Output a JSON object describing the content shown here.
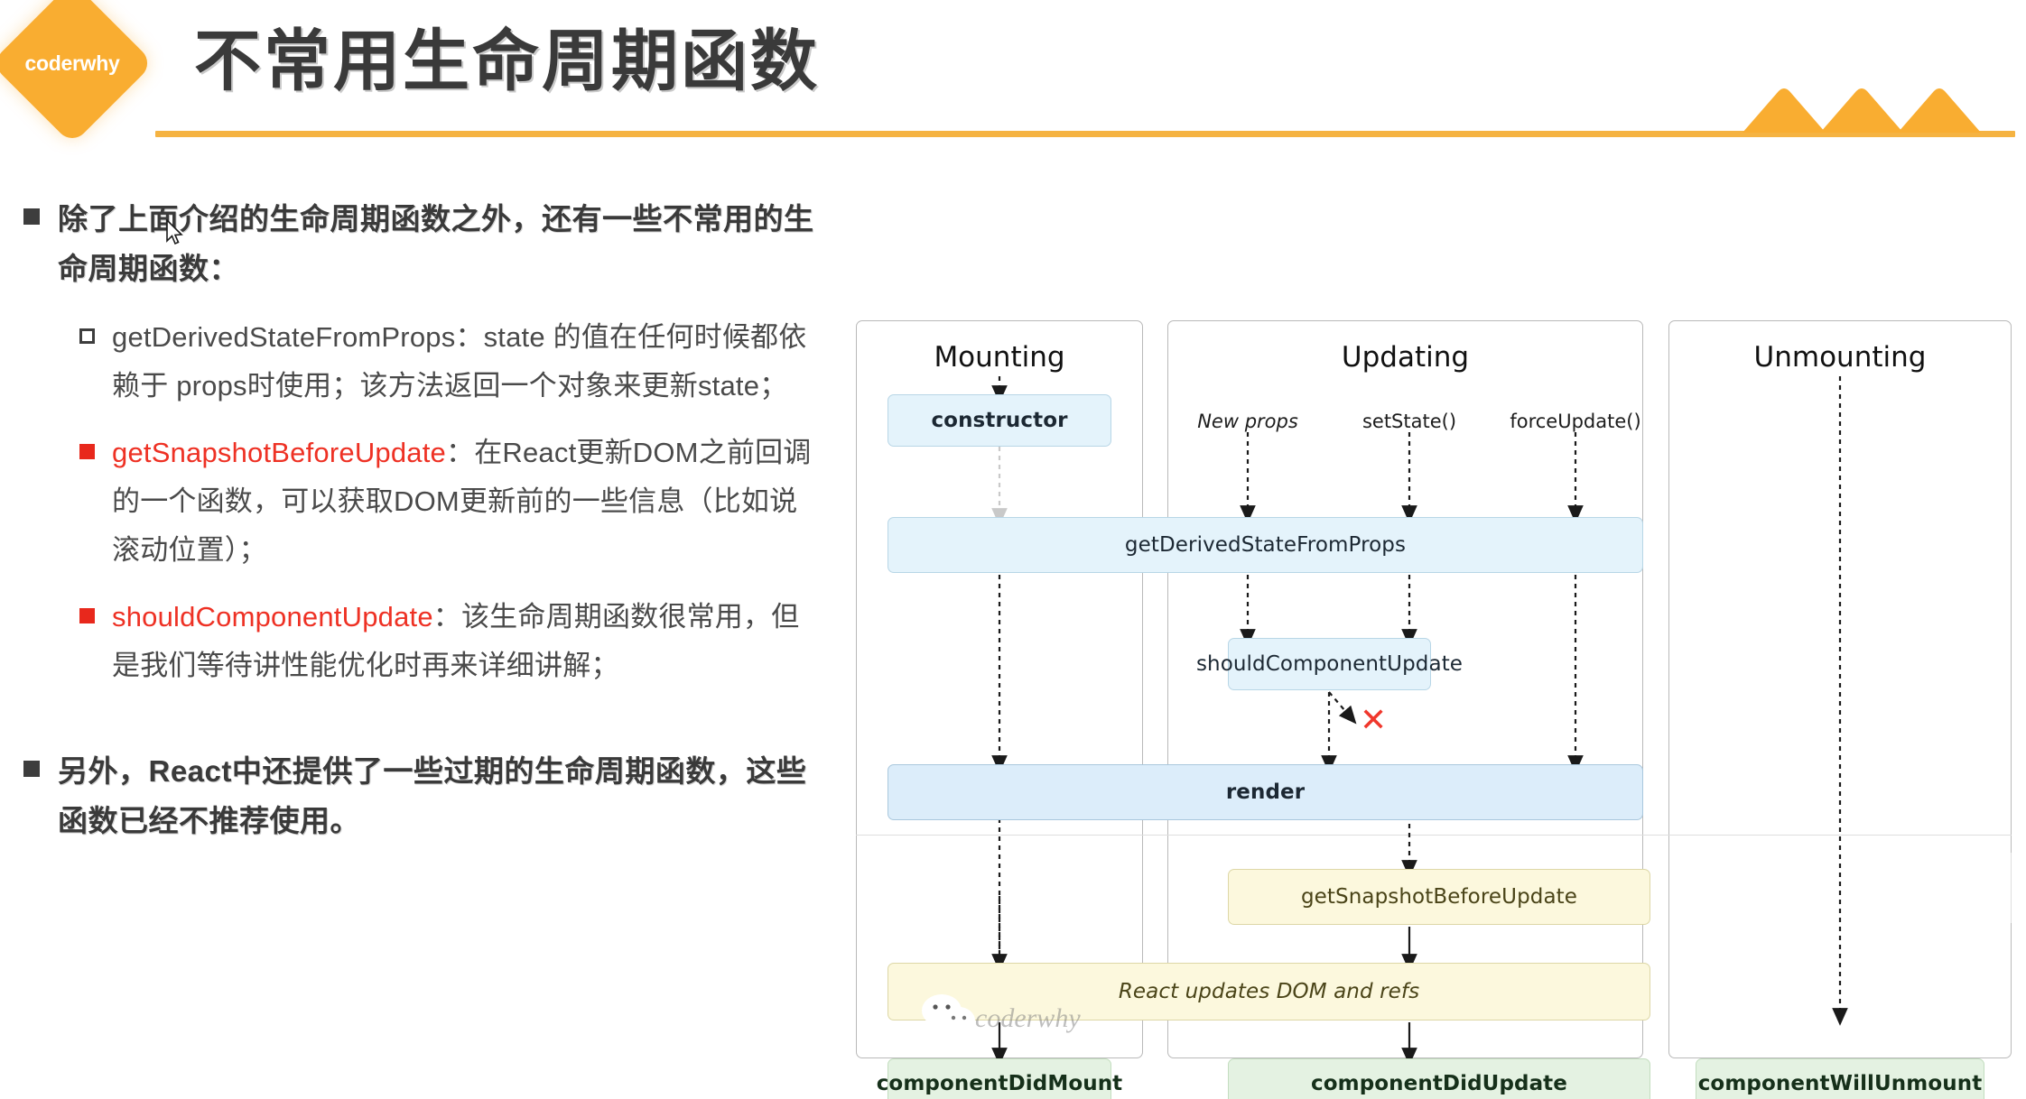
{
  "header": {
    "logo_text": "coderwhy",
    "title": "不常用生命周期函数",
    "accent_color": "#f5b342",
    "logo_color": "#f9ad31"
  },
  "content": {
    "bullet1": "除了上面介绍的生命周期函数之外，还有一些不常用的生命周期函数：",
    "sub_items": [
      {
        "name": "getDerivedStateFromProps",
        "desc": "：state 的值在任何时候都依赖于 props时使用；该方法返回一个对象来更新state；",
        "highlight": false
      },
      {
        "name": "getSnapshotBeforeUpdate",
        "desc": "：在React更新DOM之前回调的一个函数，可以获取DOM更新前的一些信息（比如说滚动位置）；",
        "highlight": true
      },
      {
        "name": "shouldComponentUpdate",
        "desc": "：该生命周期函数很常用，但是我们等待讲性能优化时再来详细讲解；",
        "highlight": true
      }
    ],
    "bullet2": "另外，React中还提供了一些过期的生命周期函数，这些函数已经不推荐使用。",
    "highlight_color": "#ee3124"
  },
  "diagram": {
    "columns": [
      {
        "id": "mounting",
        "title": "Mounting"
      },
      {
        "id": "updating",
        "title": "Updating"
      },
      {
        "id": "unmounting",
        "title": "Unmounting"
      }
    ],
    "lane_labels": [
      {
        "text": "New props",
        "italic": true
      },
      {
        "text": "setState()",
        "italic": false
      },
      {
        "text": "forceUpdate()",
        "italic": false
      }
    ],
    "nodes": {
      "constructor": "constructor",
      "get_derived_state": "getDerivedStateFromProps",
      "should_component_update": "shouldComponentUpdate",
      "render": "render",
      "get_snapshot": "getSnapshotBeforeUpdate",
      "react_updates": "React updates DOM and refs",
      "component_did_mount": "componentDidMount",
      "component_did_update": "componentDidUpdate",
      "component_will_unmount": "componentWillUnmount"
    },
    "skip_marker": "✕",
    "colors": {
      "blue": "#e4f3fb",
      "yellow": "#fcf8dd",
      "green": "#e4f2e2",
      "skip": "#f0372c"
    }
  },
  "watermark": {
    "text": "coderwhy"
  }
}
